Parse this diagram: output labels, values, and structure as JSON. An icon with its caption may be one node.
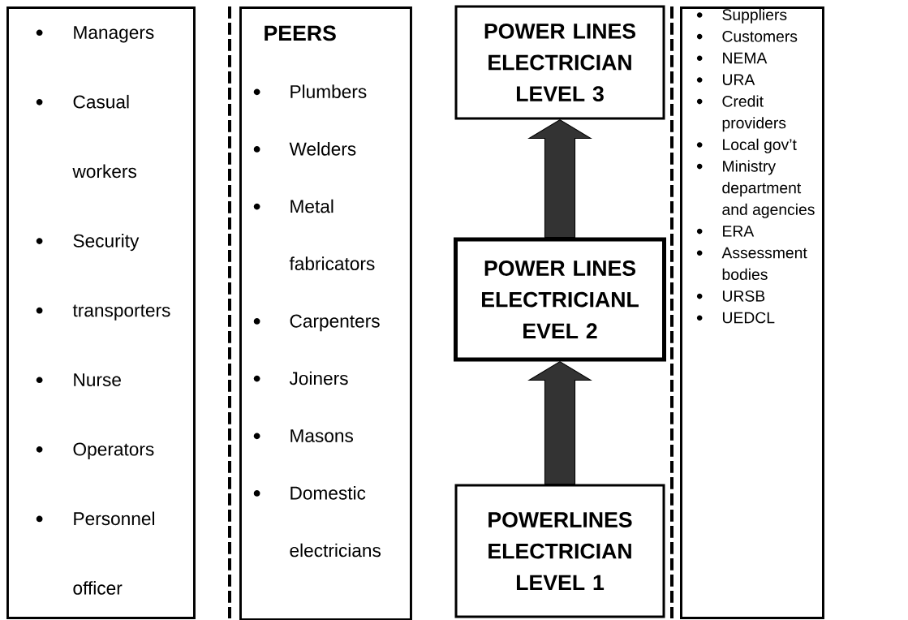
{
  "diagram": {
    "nodes": [
      {
        "text": [
          "Managers",
          "Casual workers",
          "Security",
          "transporters",
          "Nurse",
          "Operators",
          "Personnel officer"
        ]
      },
      {
        "text": [
          "PEERS",
          "Plumbers",
          "Welders",
          "Metal fabricators",
          "Carpenters",
          "Joiners",
          "Masons",
          "Domestic electricians"
        ]
      },
      {
        "text": [
          "POWER LINES ELECTRICIAN LEVEL 3"
        ]
      },
      {
        "text": [
          "POWER LINES ELECTRICIANL EVEL 2"
        ]
      },
      {
        "text": [
          "POWERLINES ELECTRICIAN LEVEL 1"
        ]
      },
      {
        "text": [
          "Suppliers",
          "Customers",
          "NEMA",
          "URA",
          "Credit providers",
          "Local gov’t",
          "Ministry department and agencies",
          "ERA",
          "Assessment bodies",
          "URSB",
          "UEDCL"
        ]
      }
    ],
    "edges": [
      {
        "from": 4,
        "to": 3,
        "arrow": "to",
        "style": "thick"
      },
      {
        "from": 3,
        "to": 2,
        "arrow": "to",
        "style": "thick"
      }
    ]
  }
}
